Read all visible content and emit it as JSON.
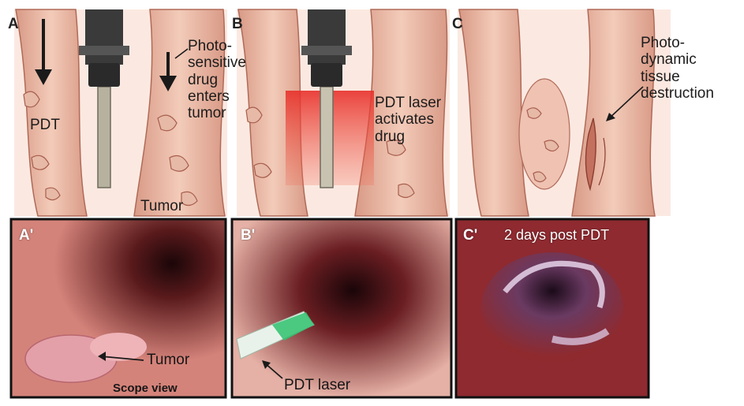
{
  "panels": {
    "a": {
      "letter": "A",
      "label_pdt": "PDT",
      "label_drug": "Photo-\nsensitive\ndrug\nenters\ntumor",
      "label_tumor": "Tumor"
    },
    "b": {
      "letter": "B",
      "label_laser": "PDT laser\nactivates\ndrug"
    },
    "c": {
      "letter": "C",
      "label_destruction": "Photo-\ndynamic\ntissue\ndestruction"
    },
    "a_prime": {
      "letter": "A'",
      "label_tumor": "Tumor",
      "label_view": "Scope view"
    },
    "b_prime": {
      "letter": "B'",
      "label_laser": "PDT laser"
    },
    "c_prime": {
      "letter": "C'",
      "label_days": "2 days post PDT"
    }
  },
  "colors": {
    "tissue": "#e8b3a0",
    "tissue_dark": "#c97865",
    "lumen": "#f7d6c8",
    "laser": "#e8302a",
    "scope": "#2a2a2a",
    "photo_pink": "#d98a8a",
    "photo_dark": "#3a0f1a",
    "necrotic": "#9a3b46"
  }
}
